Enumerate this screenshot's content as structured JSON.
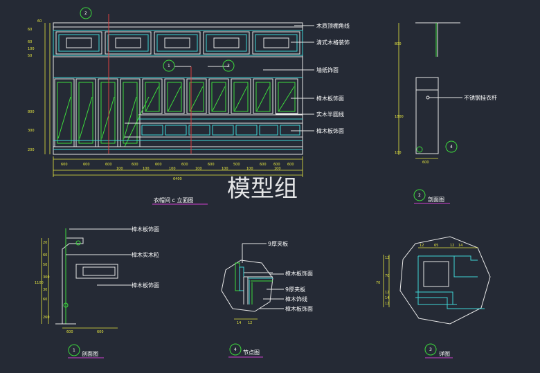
{
  "watermark": "模型组",
  "elevation": {
    "caption": "衣帽间 c 立面图",
    "callouts": [
      "木质顶棚角线",
      "清式木格装饰",
      "墙纸饰面",
      "樟木板饰面",
      "实木半圆线",
      "樟木板饰面"
    ],
    "markers": [
      "2",
      "1",
      "3"
    ],
    "dims_bottom": [
      "600",
      "600",
      "600",
      "600",
      "600",
      "600",
      "600",
      "500",
      "600",
      "600",
      "600"
    ],
    "dims_bottom2": [
      "100",
      "100",
      "100",
      "100",
      "100",
      "100",
      "100"
    ],
    "total": "6400",
    "dims_left": [
      "60",
      "60",
      "100",
      "60",
      "50",
      "800",
      "300",
      "200"
    ]
  },
  "section2": {
    "callout": "不锈钢挂衣杆",
    "marker": "2",
    "caption": "剖面图",
    "sub_marker": "4",
    "dims_left": [
      "800",
      "1800",
      "100"
    ],
    "dim_bottom": "600"
  },
  "section1": {
    "callouts": [
      "樟木板饰面",
      "樟木实木粒",
      "樟木板饰面"
    ],
    "marker": "1",
    "caption": "剖面图",
    "dims_left": [
      "20",
      "60",
      "50",
      "300",
      "30",
      "60",
      "260"
    ],
    "total_left": "1100",
    "dims_bottom": [
      "600",
      "600"
    ]
  },
  "node4": {
    "callouts": [
      "9厚夹板",
      "樟木板饰面",
      "9厚夹板",
      "樟木饰线",
      "樟木板饰面"
    ],
    "marker": "4",
    "caption": "节点图",
    "dims_bottom": [
      "14",
      "12"
    ]
  },
  "detail3": {
    "marker": "3",
    "caption": "详图",
    "dims_top": [
      "12",
      "65",
      "12",
      "14"
    ],
    "dims_left": [
      "12",
      "70",
      "12",
      "14",
      "12"
    ],
    "total_left": "70"
  }
}
